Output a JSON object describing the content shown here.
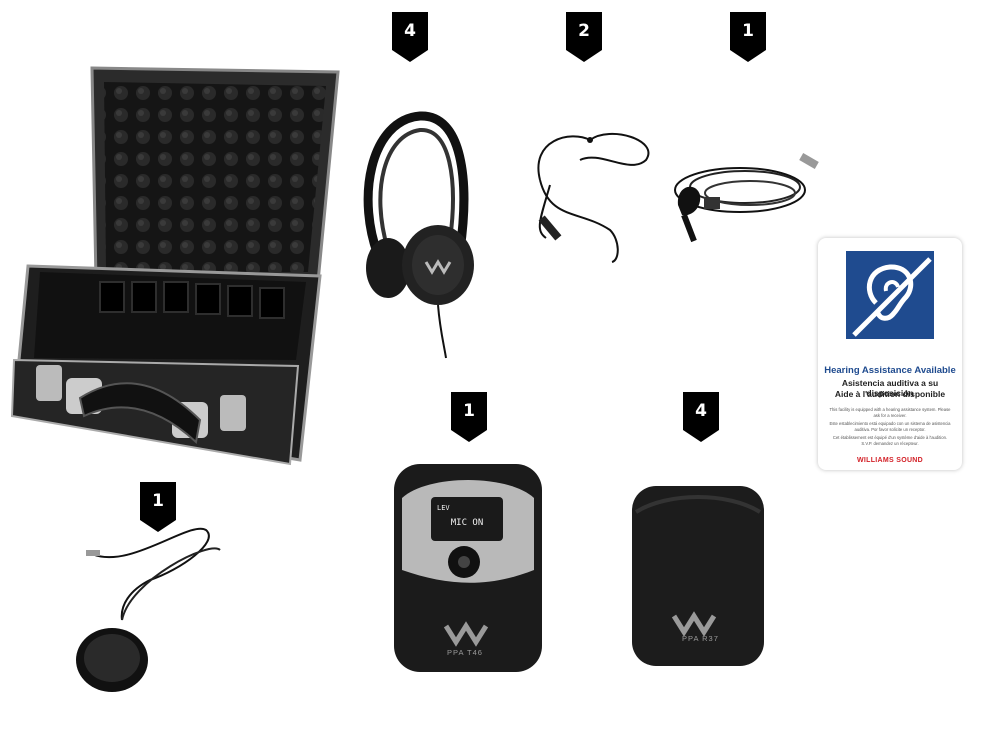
{
  "quantity_tags": {
    "headphones": "4",
    "neckloop": "2",
    "lapel_mic": "1",
    "transmitter": "1",
    "receiver": "4",
    "boundary_mic": "1"
  },
  "sign": {
    "title_en": "Hearing Assistance Available",
    "title_es": "Asistencia auditiva a su disposición",
    "title_fr": "Aide à l'audition disponible",
    "body_en": "This facility is equipped with a hearing assistance system. Please ask for a receiver.",
    "body_es": "Este establecimiento está equipado con un sistema de asistencia auditiva. Por favor solicite un receptor.",
    "body_fr": "Cet établissement est équipé d'un système d'aide à l'audition. S.V.P. demandez un récepteur.",
    "brand": "WILLIAMS SOUND",
    "colors": {
      "panel": "#1f4b8f",
      "brand": "#d32027"
    }
  },
  "transmitter": {
    "lcd_line1": "LEV",
    "lcd_line2": "MIC ON",
    "model": "PPA T46"
  },
  "receiver": {
    "model": "PPA R37"
  }
}
